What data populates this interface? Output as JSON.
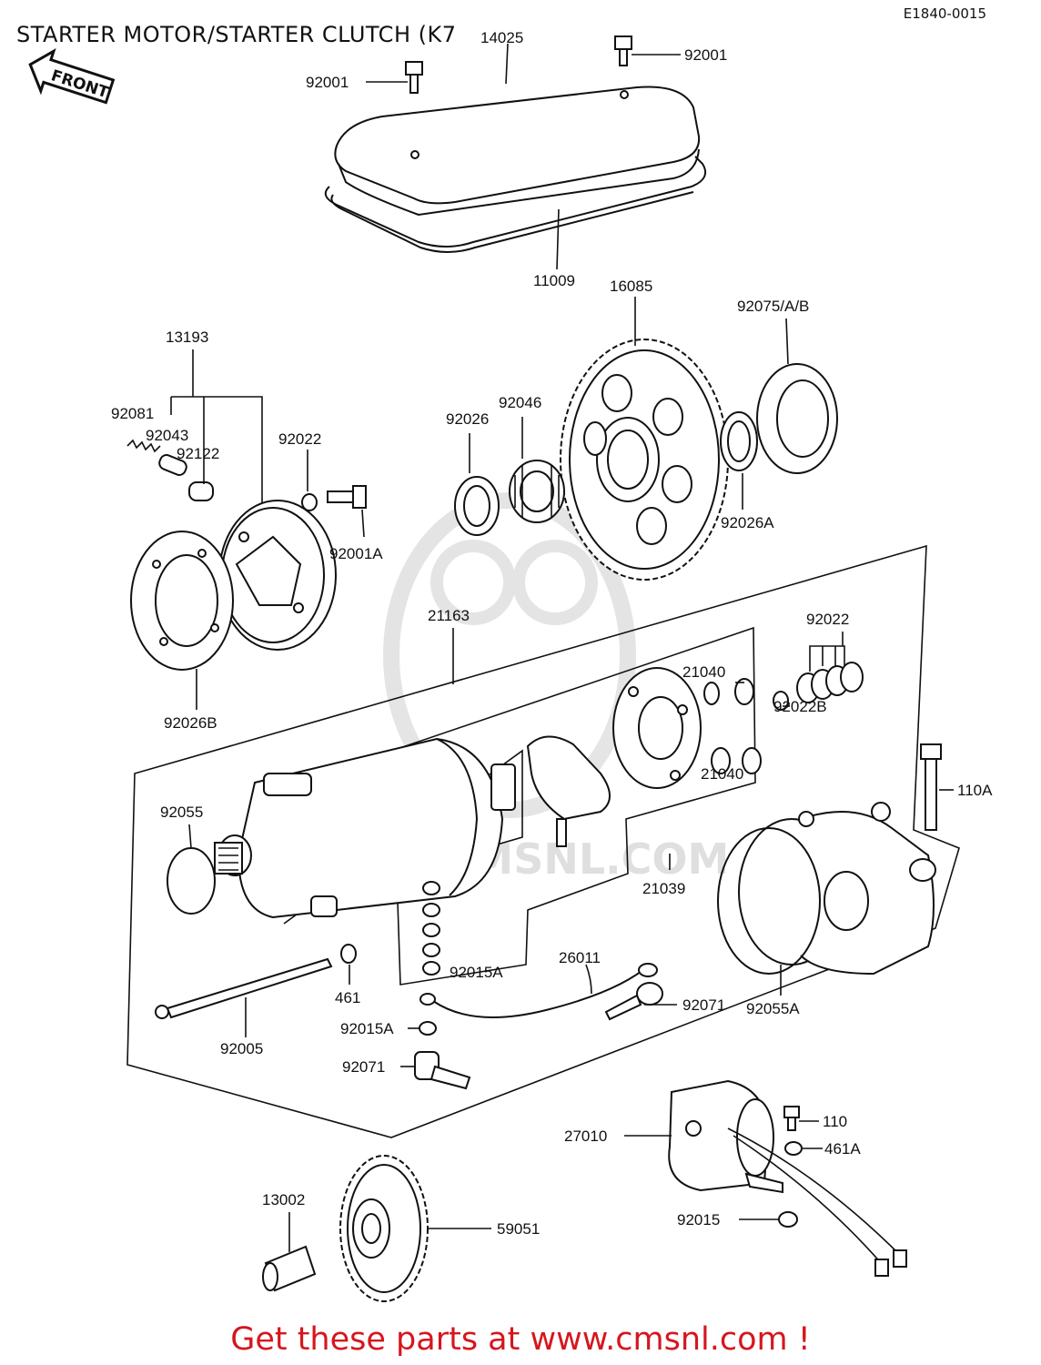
{
  "header": {
    "title": "STARTER MOTOR/STARTER CLUTCH (K7",
    "code": "E1840-0015"
  },
  "front_badge": "FRONT",
  "watermark": "WWW.CMSNL.COM",
  "parts": {
    "p14025": "14025",
    "p92001_left": "92001",
    "p92001_right": "92001",
    "p11009": "11009",
    "p16085": "16085",
    "p92075": "92075/A/B",
    "p13193": "13193",
    "p92081": "92081",
    "p92043": "92043",
    "p92122": "92122",
    "p92022_top": "92022",
    "p92001A": "92001A",
    "p92026": "92026",
    "p92046": "92046",
    "p92026A": "92026A",
    "p92026B": "92026B",
    "p21163": "21163",
    "p92022_right": "92022",
    "p21040_top": "21040",
    "p92022B": "92022B",
    "p21040_bottom": "21040",
    "p92055": "92055",
    "p110A": "110A",
    "p21039": "21039",
    "p26011": "26011",
    "p92015A_top": "92015A",
    "p461": "461",
    "p92071_right": "92071",
    "p92055A": "92055A",
    "p92005": "92005",
    "p92015A_bottom": "92015A",
    "p92071_left": "92071",
    "p110": "110",
    "p27010": "27010",
    "p461A": "461A",
    "p13002": "13002",
    "p59051": "59051",
    "p92015": "92015"
  },
  "footer": "Get these parts at www.cmsnl.com !",
  "colors": {
    "footer": "#d6161e",
    "lines": "#111111"
  }
}
